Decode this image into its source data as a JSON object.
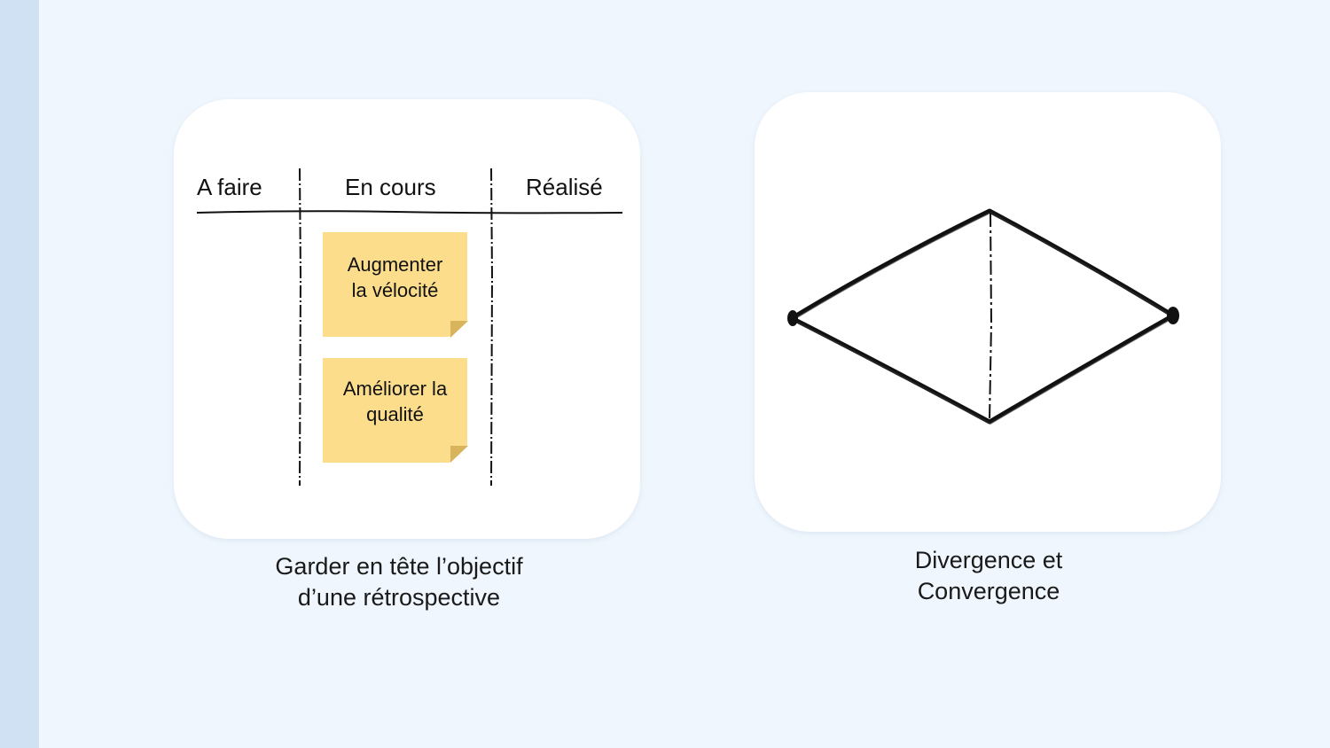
{
  "kanban": {
    "columns": [
      "A faire",
      "En cours",
      "Réalisé"
    ],
    "stickies": [
      "Augmenter\nla vélocité",
      "Améliorer la\nqualité"
    ],
    "caption": "Garder en tête l’objectif\nd’une rétrospective"
  },
  "diamond": {
    "caption": "Divergence et\nConvergence"
  },
  "colors": {
    "background": "#eff6fd",
    "side_strip": "#cfe1f3",
    "card": "#ffffff",
    "sticky": "#fbdd8c",
    "ink": "#111111"
  }
}
